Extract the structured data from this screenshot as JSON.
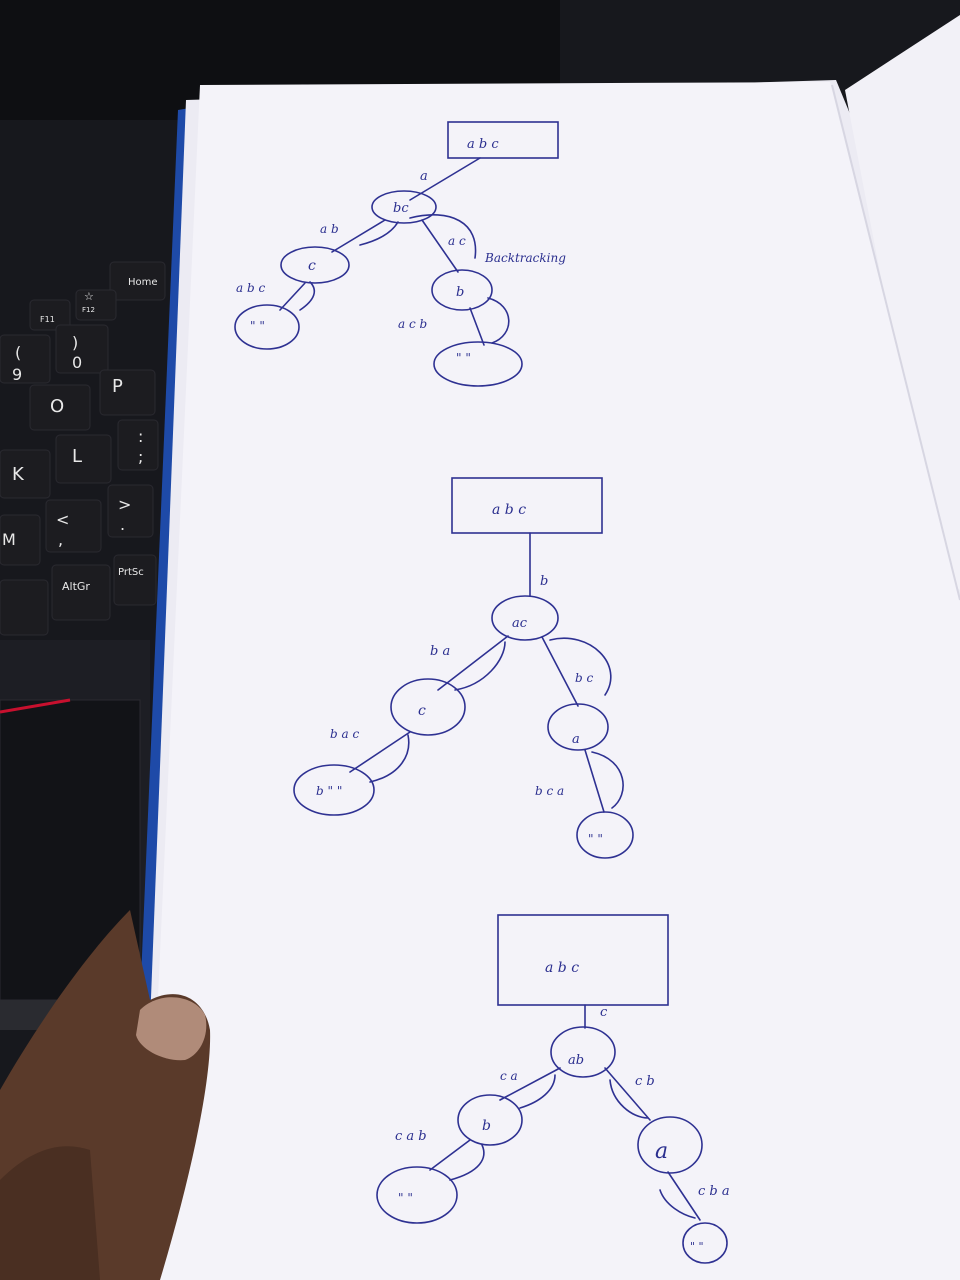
{
  "keyboard": {
    "keys": [
      "Home",
      "F11",
      "F12",
      "☆",
      "(",
      "9",
      ")",
      "0",
      "O",
      "P",
      "K",
      "L",
      ":",
      ";",
      "M",
      "<",
      ",",
      ">",
      ".",
      "AltGr",
      "PrtSc"
    ]
  },
  "diagram1": {
    "root": "a b c",
    "edge_root": "a",
    "node1": "bc",
    "edge_left": "a b",
    "node_left": "c",
    "edge_left2": "a b c",
    "leaf_left": "\" \"",
    "edge_right": "a c",
    "annotation": "Backtracking",
    "node_right": "b",
    "edge_right2": "a c b",
    "leaf_right": "\"  \""
  },
  "diagram2": {
    "root": "a b c",
    "edge_root": "b",
    "node1": "ac",
    "edge_left": "b a",
    "node_left": "c",
    "edge_left2": "b a c",
    "leaf_left": "b \" \"",
    "edge_right": "b c",
    "node_right": "a",
    "edge_right2": "b c a",
    "leaf_right": "\"  \""
  },
  "diagram3": {
    "root": "a b c",
    "edge_root": "c",
    "node1": "ab",
    "edge_left": "c a",
    "node_left": "b",
    "edge_left2": "c a b",
    "leaf_left": "\"  \"",
    "edge_right": "c b",
    "node_right": "a",
    "edge_right2": "c b a",
    "leaf_right": "\" \""
  }
}
